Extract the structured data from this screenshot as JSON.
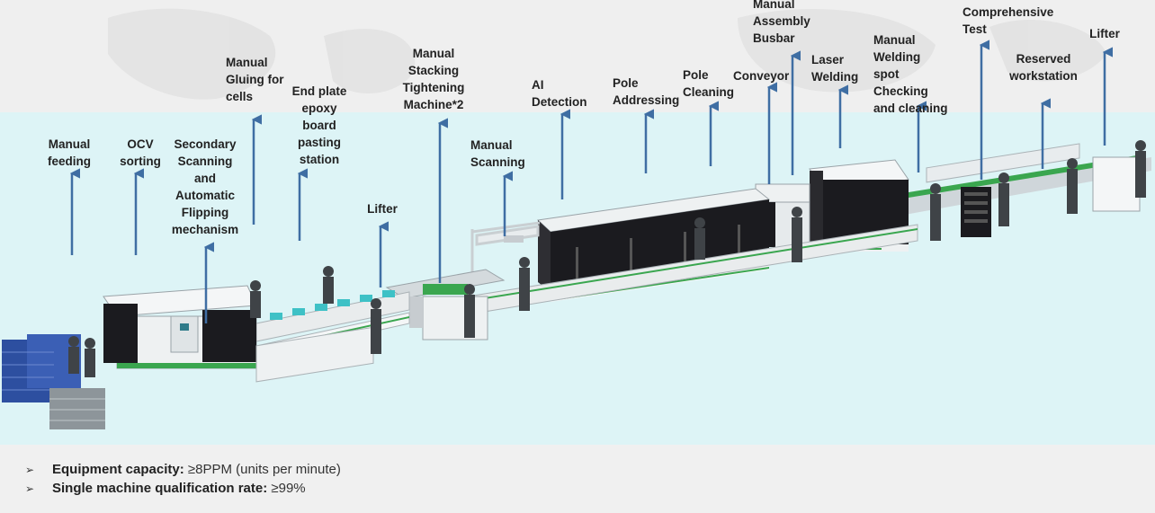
{
  "stations": [
    {
      "id": "manual-feeding",
      "label": "Manual\nfeeding"
    },
    {
      "id": "ocv-sorting",
      "label": "OCV\nsorting"
    },
    {
      "id": "secondary-scanning",
      "label": "Secondary\nScanning\nand\nAutomatic\nFlipping\nmechanism"
    },
    {
      "id": "manual-gluing",
      "label": "Manual\nGluing for\ncells"
    },
    {
      "id": "end-plate",
      "label": "End plate\nepoxy\nboard\npasting\nstation"
    },
    {
      "id": "lifter-1",
      "label": "Lifter"
    },
    {
      "id": "manual-stacking",
      "label": "Manual\nStacking\nTightening\nMachine*2"
    },
    {
      "id": "manual-scanning",
      "label": "Manual\nScanning"
    },
    {
      "id": "ai-detection",
      "label": "AI\nDetection"
    },
    {
      "id": "pole-addressing",
      "label": "Pole\nAddressing"
    },
    {
      "id": "pole-cleaning",
      "label": "Pole\nCleaning"
    },
    {
      "id": "conveyor",
      "label": "Conveyor"
    },
    {
      "id": "manual-assembly-busbar",
      "label": "Manual\nAssembly\nBusbar"
    },
    {
      "id": "laser-welding",
      "label": "Laser\nWelding"
    },
    {
      "id": "manual-welding-check",
      "label": "Manual\nWelding\nspot\nChecking\nand cleaning"
    },
    {
      "id": "comprehensive-test",
      "label": "Comprehensive\nTest"
    },
    {
      "id": "reserved-workstation",
      "label": "Reserved\nworkstation"
    },
    {
      "id": "lifter-2",
      "label": "Lifter"
    }
  ],
  "specs": [
    {
      "label": "Equipment capacity:",
      "value": " ≥8PPM (units per minute)"
    },
    {
      "label": "Single machine qualification rate:",
      "value": " ≥99%"
    }
  ],
  "colors": {
    "arrow": "#3f6ea3",
    "floor": "#ddf4f6",
    "machine_white": "#f4f6f7",
    "machine_black": "#1b1b1f",
    "accent_green": "#3aa64f",
    "bin_blue": "#2d4fa0"
  }
}
